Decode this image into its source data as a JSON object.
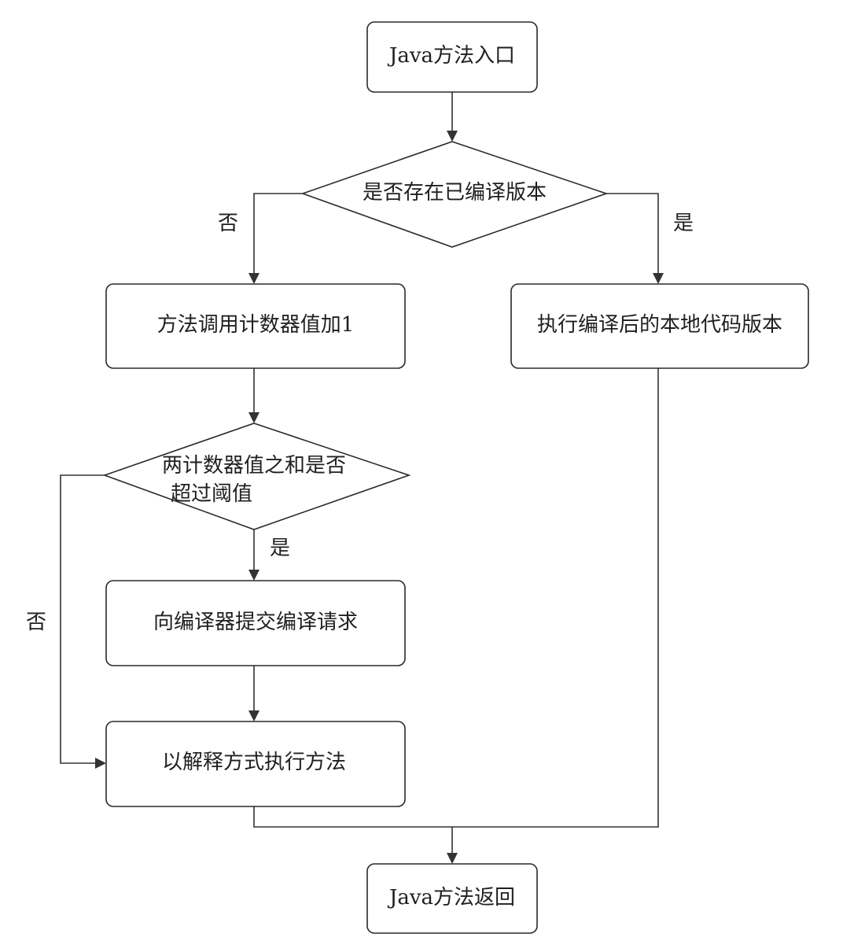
{
  "nodes": {
    "java_entry": {
      "label": "Java方法入口"
    },
    "compiled_version_check": {
      "label": "是否存在已编译版本"
    },
    "increment_counter": {
      "label": "方法调用计数器值加1"
    },
    "execute_native_code": {
      "label": "执行编译后的本地代码版本"
    },
    "threshold_check": {
      "line1": "两计数器值之和是否",
      "line2": "超过阈值"
    },
    "submit_compile_request": {
      "label": "向编译器提交编译请求"
    },
    "interpret_execute": {
      "label": "以解释方式执行方法"
    },
    "java_return": {
      "label": "Java方法返回"
    }
  },
  "edges": {
    "compiled_no": "否",
    "compiled_yes": "是",
    "threshold_yes": "是",
    "threshold_no": "否"
  }
}
